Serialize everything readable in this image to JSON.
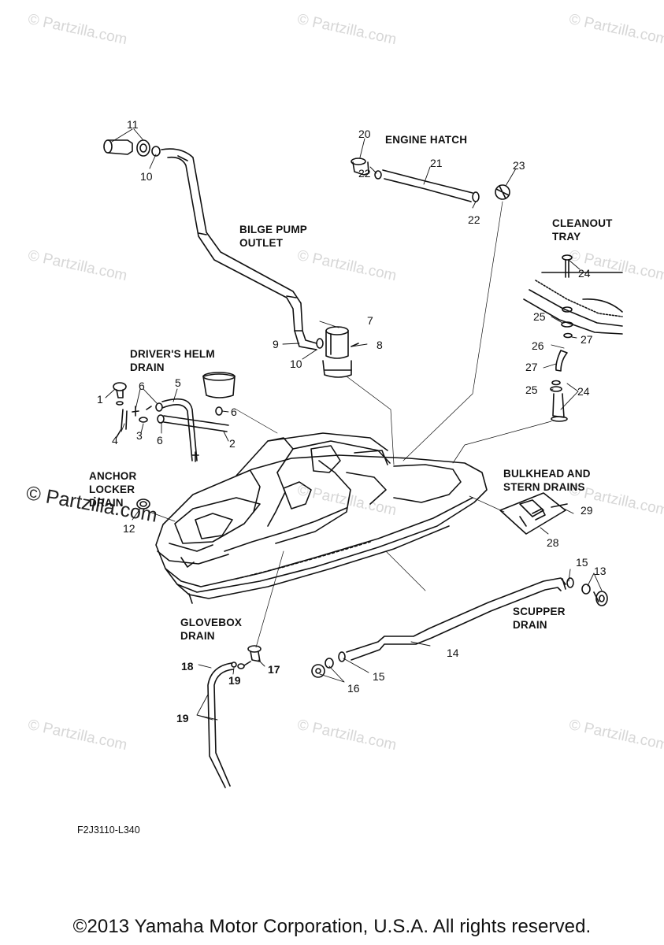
{
  "watermark": "© Partzilla.com",
  "section_labels": {
    "engine_hatch": "ENGINE HATCH",
    "bilge_pump_outlet": [
      "BILGE PUMP",
      "OUTLET"
    ],
    "cleanout_tray": [
      "CLEANOUT",
      "TRAY"
    ],
    "drivers_helm_drain": [
      "DRIVER'S HELM",
      "DRAIN"
    ],
    "anchor_locker_drain": [
      "ANCHOR",
      "LOCKER",
      "DRAIN"
    ],
    "bulkhead_stern_drains": [
      "BULKHEAD AND",
      "STERN DRAINS"
    ],
    "glovebox_drain": [
      "GLOVEBOX",
      "DRAIN"
    ],
    "scupper_drain": [
      "SCUPPER",
      "DRAIN"
    ]
  },
  "callouts": [
    "11",
    "10",
    "20",
    "21",
    "22",
    "23",
    "22",
    "7",
    "9",
    "10",
    "8",
    "24",
    "25",
    "27",
    "26",
    "27",
    "25",
    "24",
    "1",
    "6",
    "5",
    "6",
    "4",
    "3",
    "6",
    "2",
    "12",
    "29",
    "28",
    "15",
    "13",
    "14",
    "15",
    "16",
    "18",
    "19",
    "17",
    "19"
  ],
  "diagram_code": "F2J3110-L340",
  "copyright": "©2013 Yamaha Motor Corporation, U.S.A. All rights reserved."
}
